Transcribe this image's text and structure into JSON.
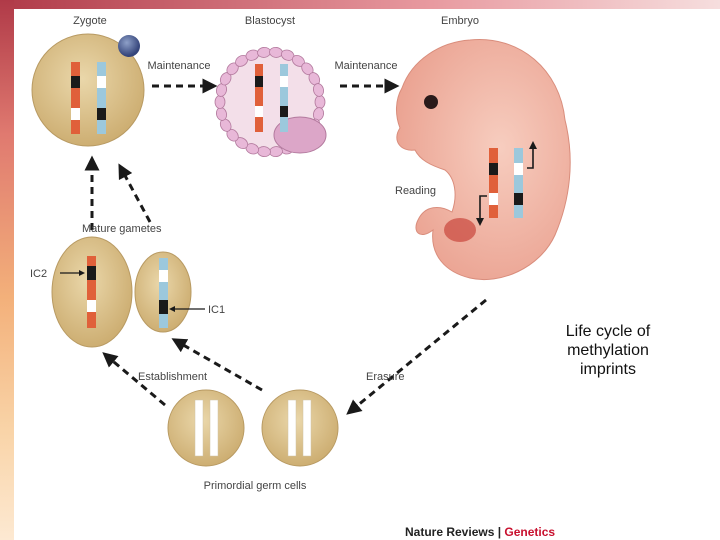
{
  "labels": {
    "zygote": "Zygote",
    "blastocyst": "Blastocyst",
    "embryo": "Embryo",
    "maintenance_1": "Maintenance",
    "maintenance_2": "Maintenance",
    "reading": "Reading",
    "mature_gametes": "Mature gametes",
    "ic2": "IC2",
    "ic1": "IC1",
    "establishment": "Establishment",
    "erasure": "Erasure",
    "primordial_germ_cells": "Primordial germ cells"
  },
  "caption": {
    "line1": "Life cycle of",
    "line2": "methylation",
    "line3": "imprints"
  },
  "credit": {
    "journal": "Nature Reviews",
    "separator": " | ",
    "section": "Genetics"
  },
  "colors": {
    "cell_fill": "#d9c08f",
    "cell_stroke": "#b89a62",
    "maternal_chromosome": "#e0603a",
    "paternal_chromosome": "#9cc8dc",
    "imprint_black": "#1a1a1a",
    "embryo_pink": "#f2b6a8",
    "blastocyst_cell": "#e8b8d8",
    "accent_red": "#c8102e"
  }
}
